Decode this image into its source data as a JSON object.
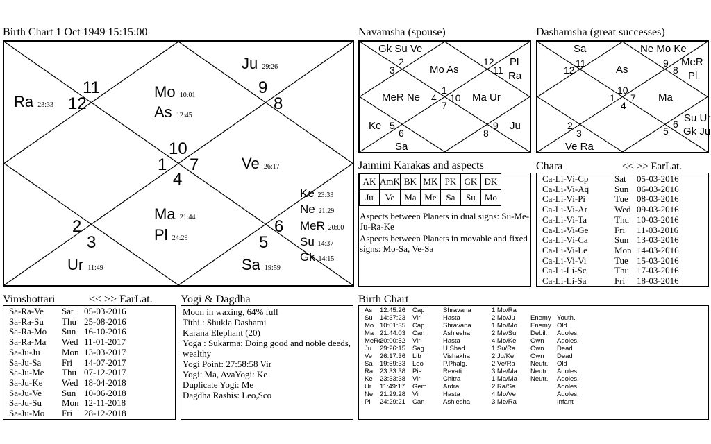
{
  "rasi": {
    "title": "Birth Chart  1 Oct 1949  15:15:00",
    "nums": [
      "11",
      "12",
      "9",
      "8",
      "10",
      "1",
      "7",
      "4",
      "2",
      "3",
      "6",
      "5"
    ],
    "planets": {
      "ra": {
        "name": "Ra",
        "deg": "23:33"
      },
      "mo": {
        "name": "Mo",
        "deg": "10:01"
      },
      "as": {
        "name": "As",
        "deg": "12:45"
      },
      "ju": {
        "name": "Ju",
        "deg": "29:26"
      },
      "ve": {
        "name": "Ve",
        "deg": "26:17"
      },
      "ma": {
        "name": "Ma",
        "deg": "21:44"
      },
      "pl": {
        "name": "Pl",
        "deg": "24:29"
      },
      "ur": {
        "name": "Ur",
        "deg": "11:49"
      },
      "sa": {
        "name": "Sa",
        "deg": "19:59"
      },
      "ke": {
        "name": "Ke",
        "deg": "23:33"
      },
      "ne": {
        "name": "Ne",
        "deg": "21:29"
      },
      "mer": {
        "name": "MeR",
        "deg": "20:00"
      },
      "su": {
        "name": "Su",
        "deg": "14:37"
      },
      "gk": {
        "name": "Gk",
        "deg": "14:15"
      }
    }
  },
  "navamsha": {
    "title": "Navamsha (spouse)",
    "labels": [
      "Gk Su Ve",
      "Pl",
      "Ra",
      "Mo As",
      "MeR Ne",
      "Ma Ur",
      "Ke",
      "Sa",
      "Ju"
    ],
    "nums": [
      "3",
      "2",
      "12",
      "11",
      "4",
      "1",
      "10",
      "7",
      "5",
      "6",
      "8",
      "9"
    ]
  },
  "dashamsha": {
    "title": "Dashamsha (great successes)",
    "labels": [
      "Sa",
      "Ne Mo Ke",
      "MeR",
      "Pl",
      "As",
      "Ma",
      "Su Ur",
      "Gk Ju",
      "Ve Ra"
    ],
    "nums": [
      "12",
      "11",
      "9",
      "8",
      "10",
      "1",
      "7",
      "4",
      "2",
      "3",
      "5",
      "6"
    ]
  },
  "jaimini": {
    "title": "Jaimini Karakas and aspects",
    "headers": [
      "AK",
      "AmK",
      "BK",
      "MK",
      "PK",
      "GK",
      "DK"
    ],
    "values": [
      "Ju",
      "Ve",
      "Ma",
      "Me",
      "Sa",
      "Su",
      "Mo"
    ],
    "text1": "Aspects between Planets in dual signs: Su-Me-Ju-Ra-Ke",
    "text2": "Aspects between Planets in movable and fixed signs: Mo-Sa, Ve-Sa"
  },
  "chara": {
    "title": "Chara",
    "nav": "<< >> EarLat.",
    "rows": [
      [
        "Ca-Li-Vi-Cp",
        "Sat",
        "05-03-2016"
      ],
      [
        "Ca-Li-Vi-Aq",
        "Sun",
        "06-03-2016"
      ],
      [
        "Ca-Li-Vi-Pi",
        "Tue",
        "08-03-2016"
      ],
      [
        "Ca-Li-Vi-Ar",
        "Wed",
        "09-03-2016"
      ],
      [
        "Ca-Li-Vi-Ta",
        "Thu",
        "10-03-2016"
      ],
      [
        "Ca-Li-Vi-Ge",
        "Fri",
        "11-03-2016"
      ],
      [
        "Ca-Li-Vi-Ca",
        "Sun",
        "13-03-2016"
      ],
      [
        "Ca-Li-Vi-Le",
        "Mon",
        "14-03-2016"
      ],
      [
        "Ca-Li-Vi-Vi",
        "Tue",
        "15-03-2016"
      ],
      [
        "Ca-Li-Li-Sc",
        "Thu",
        "17-03-2016"
      ],
      [
        "Ca-Li-Li-Sa",
        "Fri",
        "18-03-2016"
      ]
    ]
  },
  "vimshottari": {
    "title": "Vimshottari",
    "nav": "<< >> EarLat.",
    "rows": [
      [
        "Sa-Ra-Ve",
        "Sat",
        "05-03-2016"
      ],
      [
        "Sa-Ra-Su",
        "Thu",
        "25-08-2016"
      ],
      [
        "Sa-Ra-Mo",
        "Sun",
        "16-10-2016"
      ],
      [
        "Sa-Ra-Ma",
        "Wed",
        "11-01-2017"
      ],
      [
        "Sa-Ju-Ju",
        "Mon",
        "13-03-2017"
      ],
      [
        "Sa-Ju-Sa",
        "Fri",
        "14-07-2017"
      ],
      [
        "Sa-Ju-Me",
        "Thu",
        "07-12-2017"
      ],
      [
        "Sa-Ju-Ke",
        "Wed",
        "18-04-2018"
      ],
      [
        "Sa-Ju-Ve",
        "Sun",
        "10-06-2018"
      ],
      [
        "Sa-Ju-Su",
        "Mon",
        "12-11-2018"
      ],
      [
        "Sa-Ju-Mo",
        "Fri",
        "28-12-2018"
      ]
    ]
  },
  "yogi": {
    "title": "Yogi & Dagdha",
    "lines": [
      "Moon in waxing, 64% full",
      "Tithi : Shukla  Dashami",
      "Karana Elephant (20)",
      "Yoga : Sukarma: Doing good and noble deeds, wealthy",
      "Yogi Point: 27:58:58 Vir",
      "Yogi: Ma, AvaYogi: Ke",
      "Duplicate Yogi: Me",
      "Dagdha Rashis: Leo,Sco"
    ]
  },
  "birth": {
    "title": "Birth Chart",
    "rows": [
      [
        "As",
        "12:45:26",
        "Cap",
        "Shravana",
        "1,Mo/Ra",
        "",
        ""
      ],
      [
        "Su",
        "14:37:23",
        "Vir",
        "Hasta",
        "2,Mo/Ju",
        "Enemy",
        "Youth."
      ],
      [
        "Mo",
        "10:01:35",
        "Cap",
        "Shravana",
        "1,Mo/Mo",
        "Enemy",
        "Old"
      ],
      [
        "Ma",
        "21:44:03",
        "Can",
        "Ashlesha",
        "2,Me/Su",
        "Debil.",
        "Adoles."
      ],
      [
        "MeRc",
        "20:00:52",
        "Vir",
        "Hasta",
        "4,Mo/Ke",
        "Own",
        "Adoles."
      ],
      [
        "Ju",
        "29:26:15",
        "Sag",
        "U.Shad.",
        "1,Su/Ra",
        "Own",
        "Dead"
      ],
      [
        "Ve",
        "26:17:36",
        "Lib",
        "Vishakha",
        "2,Ju/Ke",
        "Own",
        "Dead"
      ],
      [
        "Sa",
        "19:59:33",
        "Leo",
        "P.Phalg.",
        "2,Ve/Ra",
        "Neutr.",
        "Old"
      ],
      [
        "Ra",
        "23:33:38",
        "Pis",
        "Revati",
        "3,Me/Ma",
        "Neutr.",
        "Adoles."
      ],
      [
        "Ke",
        "23:33:38",
        "Vir",
        "Chitra",
        "1,Ma/Ma",
        "Neutr.",
        "Adoles."
      ],
      [
        "Ur",
        "11:49:17",
        "Gem",
        "Ardra",
        "2,Ra/Sa",
        "",
        "Adoles."
      ],
      [
        "Ne",
        "21:29:28",
        "Vir",
        "Hasta",
        "4,Mo/Ve",
        "",
        "Adoles."
      ],
      [
        "Pl",
        "24:29:21",
        "Can",
        "Ashlesha",
        "3,Me/Ra",
        "",
        "Infant"
      ]
    ]
  }
}
